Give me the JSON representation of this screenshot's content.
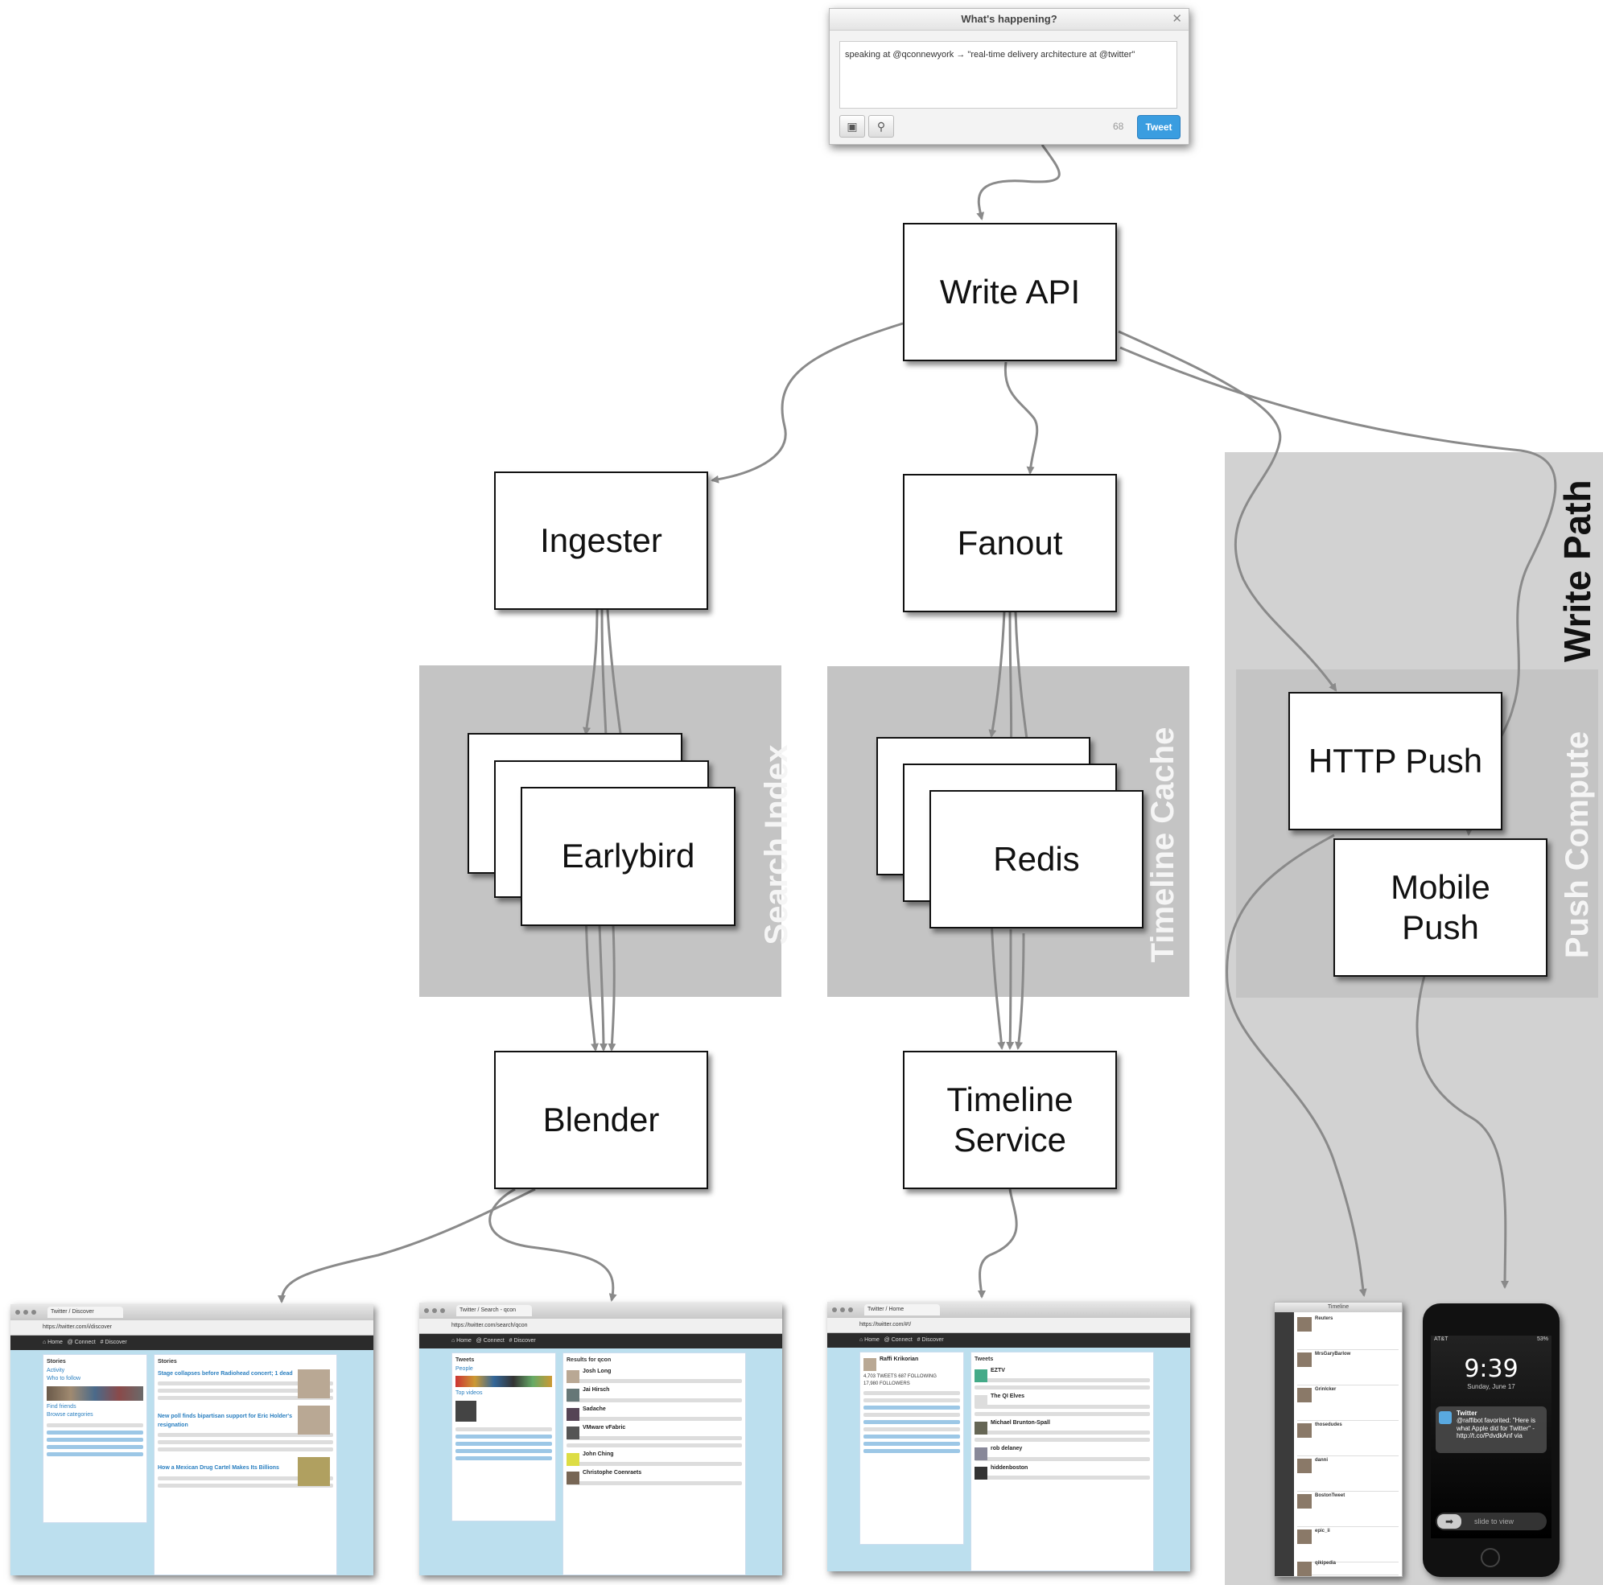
{
  "composer": {
    "title": "What's happening?",
    "close_icon": "close-icon",
    "text": "speaking at @qconnewyork → \"real-time delivery architecture at @twitter\"",
    "camera_icon": "camera-icon",
    "location_icon": "location-pin-icon",
    "char_count": "68",
    "tweet_button": "Tweet"
  },
  "regions": {
    "search_index": "Search Index",
    "timeline_cache": "Timeline Cache",
    "write_path": "Write Path",
    "push_compute": "Push Compute"
  },
  "nodes": {
    "write_api": "Write API",
    "ingester": "Ingester",
    "fanout": "Fanout",
    "earlybird": "Earlybird",
    "redis": "Redis",
    "blender": "Blender",
    "timeline_service": "Timeline Service",
    "http_push": "HTTP Push",
    "mobile_push": "Mobile Push"
  },
  "screens": {
    "discover": {
      "tab": "Twitter / Discover",
      "url": "https://twitter.com/i/discover",
      "left_items": [
        "Stories",
        "Activity",
        "Who to follow",
        "Find friends",
        "Browse categories"
      ],
      "heading": "Stories",
      "stories": [
        "Stage collapses before Radiohead concert; 1 dead",
        "New poll finds bipartisan support for Eric Holder's resignation",
        "How a Mexican Drug Cartel Makes Its Billions"
      ]
    },
    "search": {
      "tab": "Twitter / Search - qcon",
      "url": "https://twitter.com/search/qcon",
      "left_items": [
        "Tweets",
        "People",
        "Top videos"
      ],
      "heading": "Results for qcon",
      "tweets": [
        "Josh Long",
        "Jai Hirsch",
        "Sadache",
        "VMware vFabric",
        "John Ching",
        "Christophe Coenraets"
      ]
    },
    "home": {
      "tab": "Twitter / Home",
      "url": "https://twitter.com/#!/",
      "user": "Raffi Krikorian",
      "stats": [
        "4,703 TWEETS",
        "687 FOLLOWING",
        "17,980 FOLLOWERS"
      ],
      "heading": "Tweets",
      "tweets": [
        "EZTV",
        "The QI Elves",
        "Michael Brunton-Spall",
        "rob delaney",
        "hiddenboston"
      ]
    },
    "mac": {
      "title": "Timeline",
      "tweets": [
        "Reuters",
        "MrsGaryBarlow",
        "Grinlcker",
        "thosedudes",
        "danni",
        "BostonTweet",
        "epic_ii",
        "qikipedia"
      ]
    },
    "phone": {
      "carrier": "AT&T",
      "battery": "53%",
      "time": "9:39",
      "date": "Sunday, June 17",
      "notif_title": "Twitter",
      "notif_body": "@raffibot favorited: \"Here is what Apple did for Twitter\" - http://t.co/PdvdkAnf via",
      "slider": "slide to view"
    }
  },
  "colors": {
    "region_fill": "#cfcfcf",
    "region_inner_fill": "#c4c4c4",
    "region_label_light": "#f5f5f5",
    "region_label_dark": "#111111",
    "arrow": "#888888",
    "tweet_button": "#3a9de0"
  }
}
